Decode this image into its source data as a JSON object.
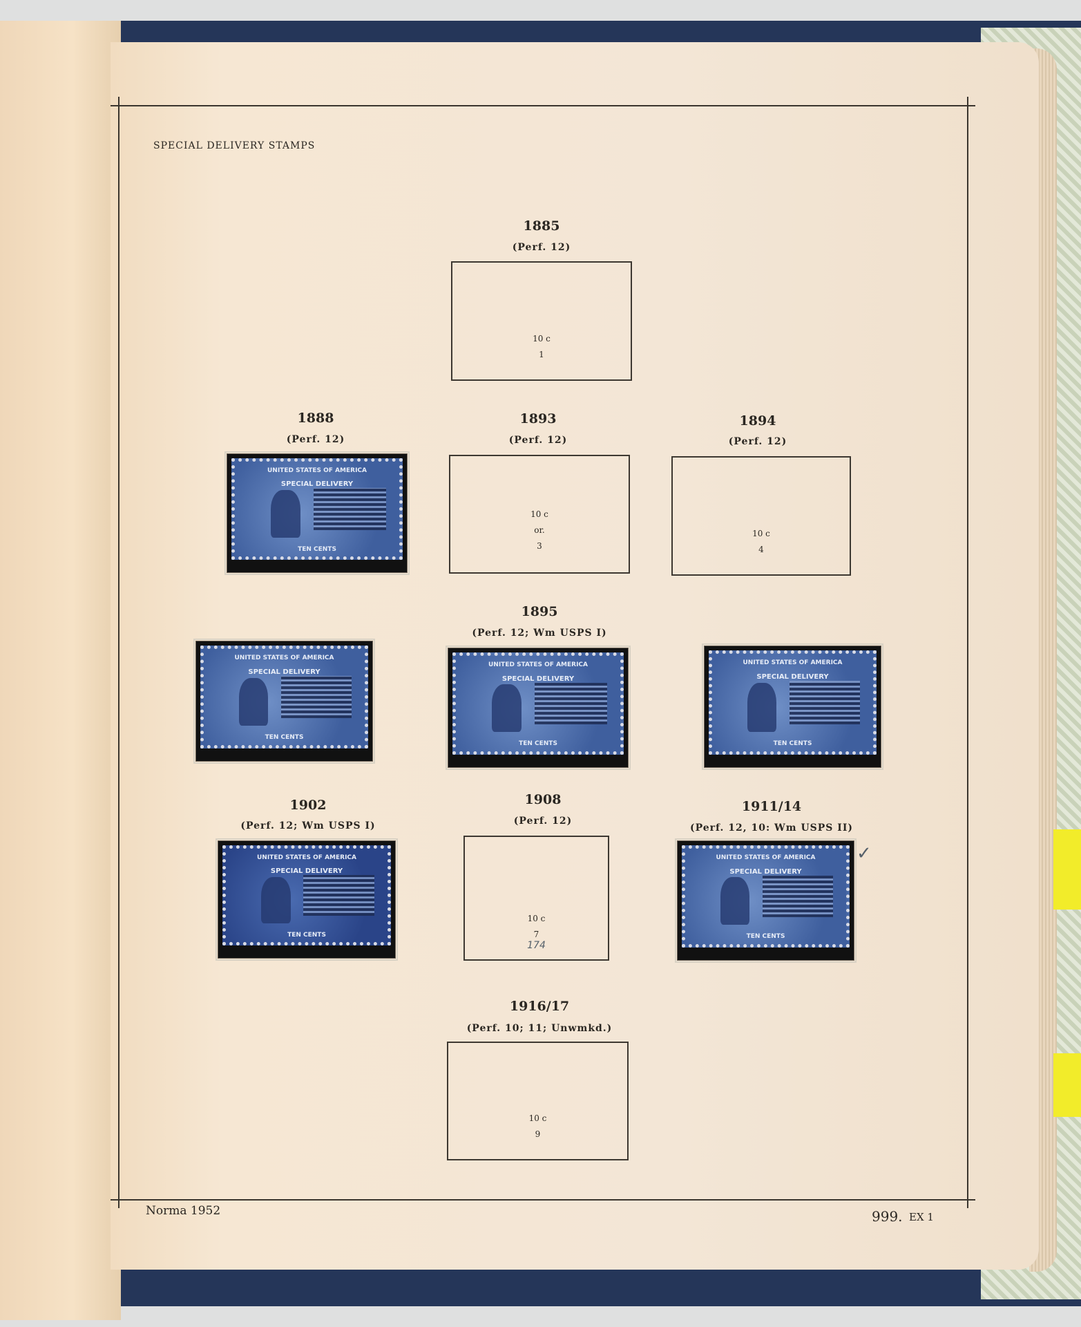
{
  "header": {
    "title": "SPECIAL DELIVERY STAMPS"
  },
  "footer": {
    "left": "Norma 1952",
    "page_number": "999.",
    "page_code": "EX 1"
  },
  "sections": [
    {
      "year": "1885",
      "perf": "(Perf. 12)",
      "spaces": [
        {
          "filled": false,
          "value": "10 c",
          "number": "1"
        }
      ]
    },
    {
      "year": "1888",
      "perf": "(Perf. 12)",
      "spaces": [
        {
          "filled": true
        }
      ]
    },
    {
      "year": "1893",
      "perf": "(Perf. 12)",
      "spaces": [
        {
          "filled": false,
          "value": "10 c",
          "note": "or.",
          "number": "3"
        }
      ]
    },
    {
      "year": "1894",
      "perf": "(Perf. 12)",
      "spaces": [
        {
          "filled": false,
          "value": "10 c",
          "number": "4"
        }
      ]
    },
    {
      "year": "1895",
      "perf": "(Perf. 12; Wm USPS I)",
      "spaces": [
        {
          "filled": true
        },
        {
          "filled": true
        },
        {
          "filled": true
        }
      ]
    },
    {
      "year": "1902",
      "perf": "(Perf. 12; Wm USPS I)",
      "spaces": [
        {
          "filled": true
        }
      ]
    },
    {
      "year": "1908",
      "perf": "(Perf. 12)",
      "spaces": [
        {
          "filled": false,
          "value": "10 c",
          "number": "7",
          "handwritten": "174"
        }
      ]
    },
    {
      "year": "1911/14",
      "perf": "(Perf. 12, 10: Wm USPS II)",
      "spaces": [
        {
          "filled": true
        }
      ],
      "handwritten_mark": "✓"
    },
    {
      "year": "1916/17",
      "perf": "(Perf. 10; 11; Unwmkd.)",
      "spaces": [
        {
          "filled": false,
          "value": "10 c",
          "number": "9"
        }
      ]
    }
  ],
  "stamp_text": {
    "top": "UNITED STATES OF AMERICA",
    "name": "SPECIAL DELIVERY",
    "value": "TEN CENTS"
  },
  "colors": {
    "cover": "#253659",
    "paper": "#f3e6d6",
    "stamp_blue": "#4f6fae",
    "tab_yellow": "#f2ec2a"
  }
}
